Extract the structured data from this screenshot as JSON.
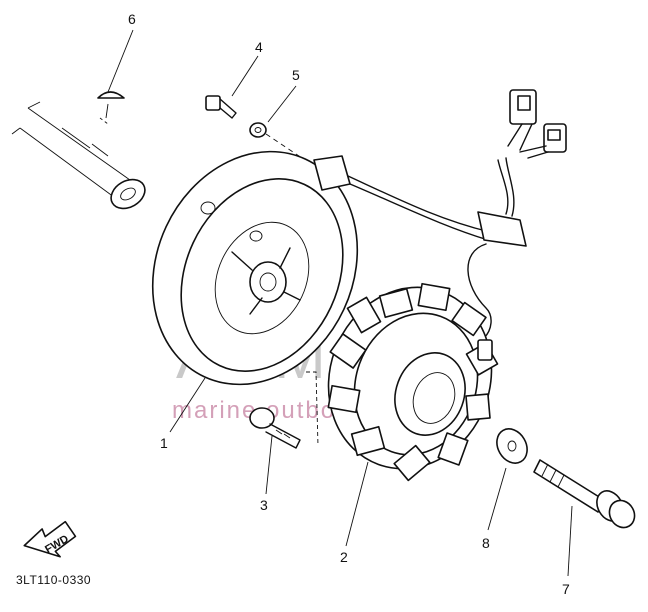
{
  "diagram": {
    "code": "3LT110-0330",
    "fwd_label": "FWD",
    "watermark": {
      "main": "ARMADA",
      "sub": "marine outboard",
      "color": "#e080b0"
    },
    "callouts": [
      {
        "id": "1",
        "label": "1"
      },
      {
        "id": "2",
        "label": "2"
      },
      {
        "id": "3",
        "label": "3"
      },
      {
        "id": "4",
        "label": "4"
      },
      {
        "id": "5",
        "label": "5"
      },
      {
        "id": "6",
        "label": "6"
      },
      {
        "id": "7",
        "label": "7"
      },
      {
        "id": "8",
        "label": "8"
      }
    ]
  }
}
